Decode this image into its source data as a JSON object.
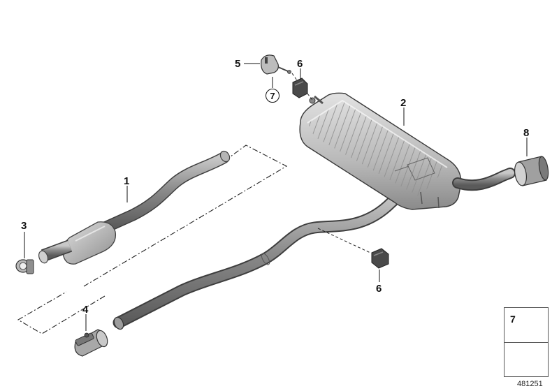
{
  "diagram": {
    "callouts": {
      "part1": "1",
      "part2": "2",
      "part3": "3",
      "part4": "4",
      "part5": "5",
      "part6_top": "6",
      "part6_bottom": "6",
      "part7_circled": "7",
      "part8": "8"
    },
    "legend": {
      "item_number": "7",
      "item_icon": "hex-flange-nut-icon",
      "bottom_icon": "arrow-sheet-icon"
    },
    "reference_number": "481251"
  },
  "colors": {
    "line": "#111111",
    "metal_dark": "#6f6f6f",
    "metal_mid": "#9a9a9a",
    "metal_light": "#d4d4d4"
  }
}
